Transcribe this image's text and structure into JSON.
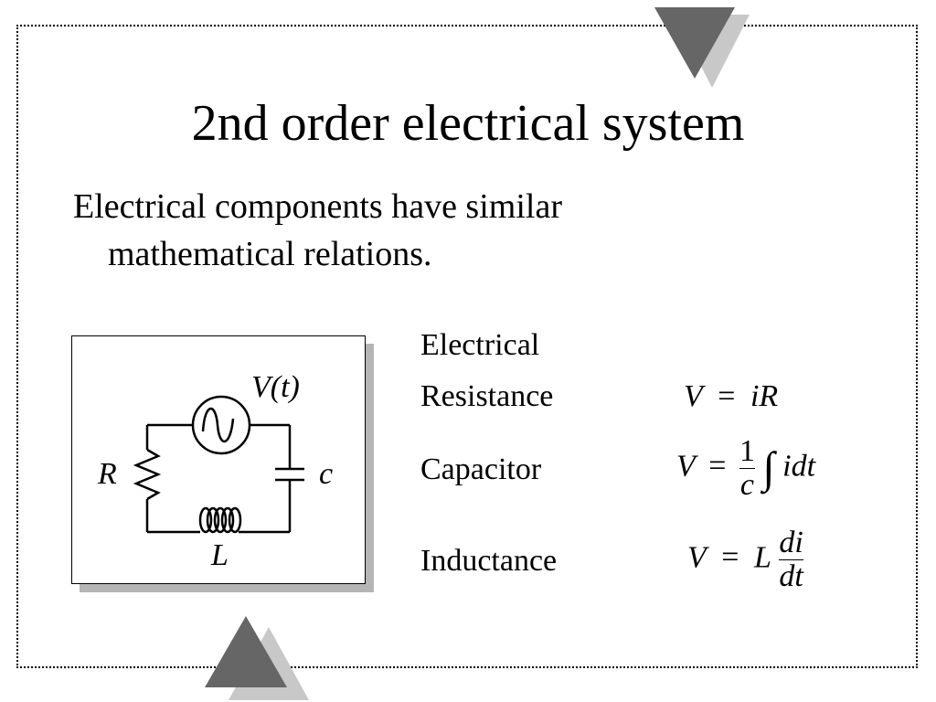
{
  "slide": {
    "title": "2nd order electrical system",
    "bullet_line1": "Electrical components have similar",
    "bullet_line2": "mathematical relations."
  },
  "circuit": {
    "source_label": "V(t)",
    "resistor_label": "R",
    "capacitor_label": "c",
    "inductor_label": "L"
  },
  "relations": {
    "header": "Electrical",
    "resistance": {
      "label": "Resistance",
      "lhs": "V",
      "eq": "=",
      "rhs": "iR"
    },
    "capacitor": {
      "label": "Capacitor",
      "lhs": "V",
      "eq": "=",
      "num": "1",
      "den": "c",
      "integral": "∫",
      "integrand": "idt"
    },
    "inductance": {
      "label": "Inductance",
      "lhs": "V",
      "eq": "=",
      "coef": "L",
      "num": "di",
      "den": "dt"
    }
  },
  "colors": {
    "triangle_dark": "#666666",
    "triangle_light": "#c8c8c8",
    "shadow": "#b5b5b5"
  }
}
